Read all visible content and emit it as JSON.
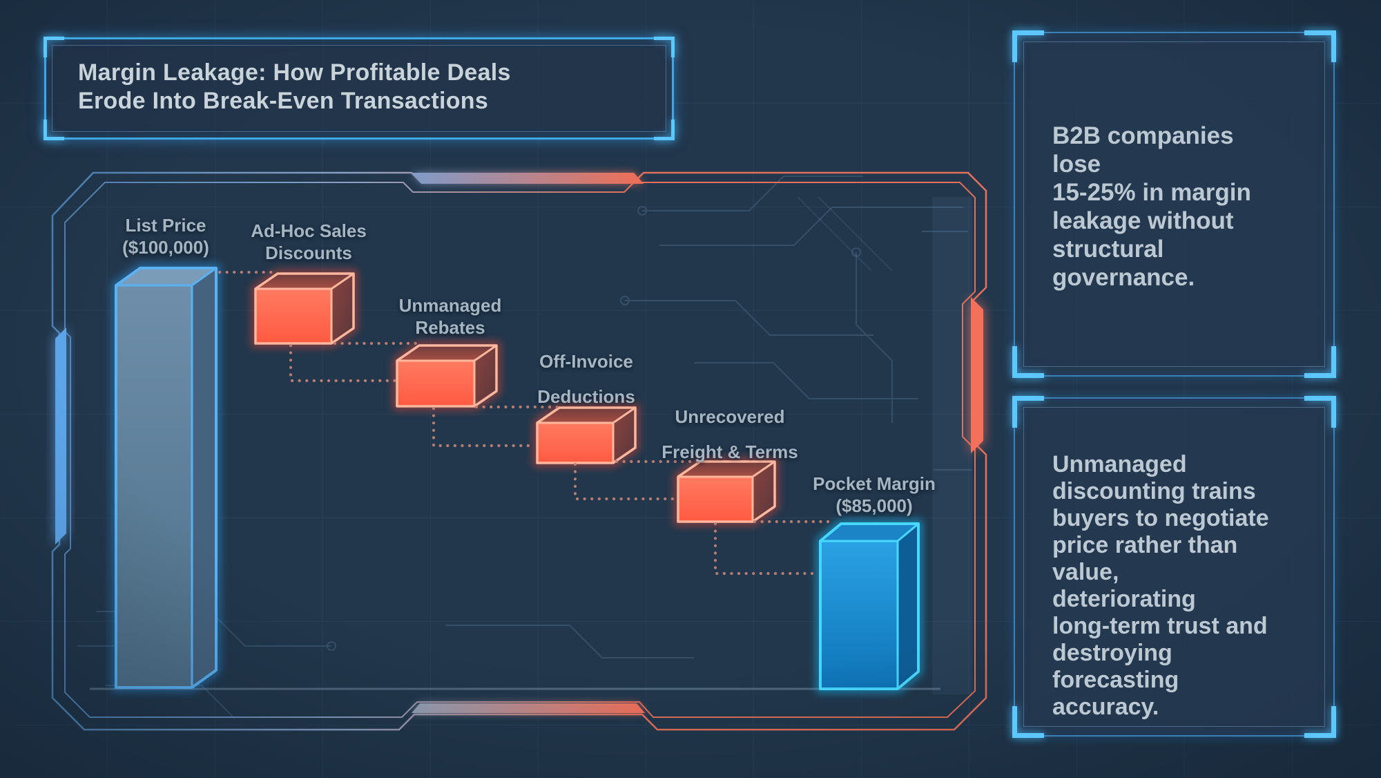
{
  "title": {
    "lines": [
      "Margin Leakage: How Profitable Deals",
      "Erode Into Break-Even Transactions"
    ]
  },
  "chart": {
    "labels": {
      "list_price": {
        "line1": "List Price",
        "line2": "($100,000)"
      },
      "adhoc": {
        "line1": "Ad-Hoc Sales",
        "line2": "Discounts"
      },
      "rebates": {
        "line1": "Unmanaged",
        "line2": "Rebates"
      },
      "off_invoice": {
        "line1": "Off-Invoice",
        "line2": "Deductions"
      },
      "freight": {
        "line1": "Unrecovered",
        "line2": "Freight & Terms"
      },
      "pocket": {
        "line1": "Pocket Margin",
        "line2": "($85,000)"
      }
    }
  },
  "chart_data": {
    "type": "bar",
    "subtype": "waterfall",
    "title": "Margin Leakage: How Profitable Deals Erode Into Break-Even Transactions",
    "categories": [
      "List Price",
      "Ad-Hoc Sales Discounts",
      "Unmanaged Rebates",
      "Off-Invoice Deductions",
      "Unrecovered Freight & Terms",
      "Pocket Margin"
    ],
    "values": [
      100000,
      null,
      null,
      null,
      null,
      85000
    ],
    "currency": "USD",
    "legend": false,
    "layout_hint": "left tall bar steps down through four red leakage blocks to right blue bar"
  },
  "panels": [
    {
      "lines": [
        "B2B companies",
        "lose",
        "15-25% in margin",
        "leakage without",
        "structural",
        "governance."
      ]
    },
    {
      "lines": [
        "Unmanaged",
        "discounting trains",
        "buyers to negotiate",
        "price rather than",
        "value,",
        "deteriorating",
        "long-term trust and",
        "destroying",
        "forecasting",
        "accuracy."
      ]
    }
  ],
  "colors": {
    "background": "#22374c",
    "panel_border": "#3fa9e8",
    "bracket": "#5cc8ff",
    "neon_blue_edge": "#5ab2f4",
    "neon_cyan_edge": "#48d8ff",
    "neon_red_edge": "#ffb79e",
    "red_box_fill": "#ff6750",
    "steel_bar_fill": "#587a96",
    "pocket_bar_fill": "#1489d4",
    "text_primary": "#c9d3da",
    "text_label": "#a6b5c2",
    "dotted_line": "#c08176",
    "frame_blue": "#4c82b6",
    "frame_red": "#e2705a"
  }
}
